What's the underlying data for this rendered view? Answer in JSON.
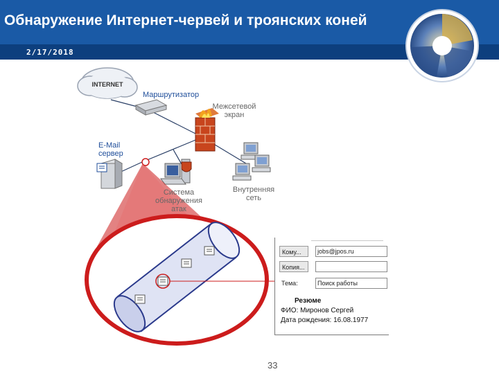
{
  "header": {
    "title": "Обнаружение Интернет-червей и троянских коней",
    "date": "2/17/2018"
  },
  "diagram": {
    "internet_label": "INTERNET",
    "router_label": "Маршрутизатор",
    "firewall_label": "Межсетевой экран",
    "mail_label": "E-Mail сервер",
    "ids_label": "Система обнаружения атак",
    "lan_label": "Внутренняя сеть"
  },
  "form": {
    "to_label": "Кому...",
    "to_value": "jobs@jpos.ru",
    "copy_label": "Копия...",
    "subject_label": "Тема:",
    "subject_value": "Поиск работы",
    "body_title": "Резюме",
    "body_line1": "ФИО: Миронов Сергей",
    "body_line2": "Дата рождения: 16.08.1977"
  },
  "footer": {
    "page_number": "33"
  },
  "colors": {
    "header": "#1a5aa6",
    "subbar": "#0d3f7e",
    "alert": "#cc1c1c"
  }
}
